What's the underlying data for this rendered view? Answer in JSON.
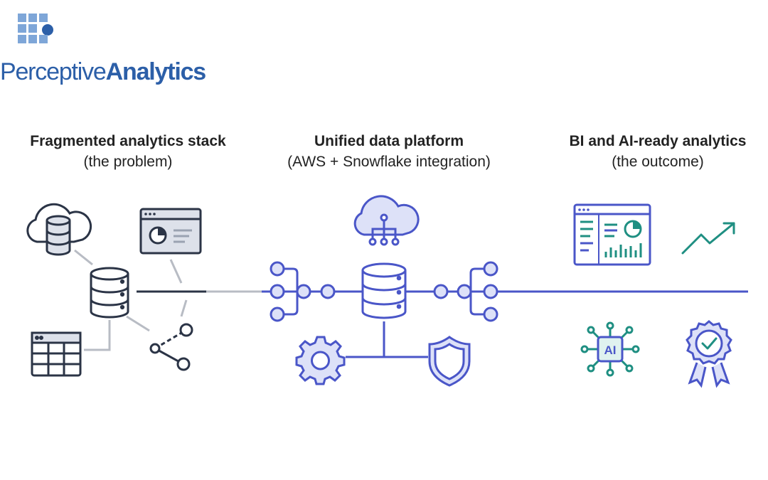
{
  "logo": {
    "name_light": "Perceptive",
    "name_bold": "Analytics",
    "colors": {
      "primary": "#2c5fa8",
      "tile": "#7ea6d8"
    }
  },
  "columns": [
    {
      "title": "Fragmented analytics stack",
      "subtitle": "(the problem)"
    },
    {
      "title": "Unified data platform",
      "subtitle": "(AWS + Snowflake integration)"
    },
    {
      "title": "BI and AI-ready analytics",
      "subtitle": "(the outcome)"
    }
  ],
  "icons": {
    "problem": [
      "cloud-database-icon",
      "dashboard-window-icon",
      "database-icon",
      "spreadsheet-icon",
      "share-nodes-icon"
    ],
    "platform": [
      "cloud-network-icon",
      "database-icon",
      "gear-icon",
      "shield-icon",
      "branch-nodes-icon"
    ],
    "outcome": [
      "bi-dashboard-icon",
      "trend-up-icon",
      "ai-chip-icon",
      "award-badge-icon"
    ]
  },
  "ai_label": "AI",
  "colors": {
    "problem": "#2b3446",
    "connector": "#b8bcc4",
    "platform": "#4a56c8",
    "platform_fill": "#dde1f8",
    "outcome_blue": "#4a56c8",
    "outcome_teal": "#1f8f82"
  }
}
